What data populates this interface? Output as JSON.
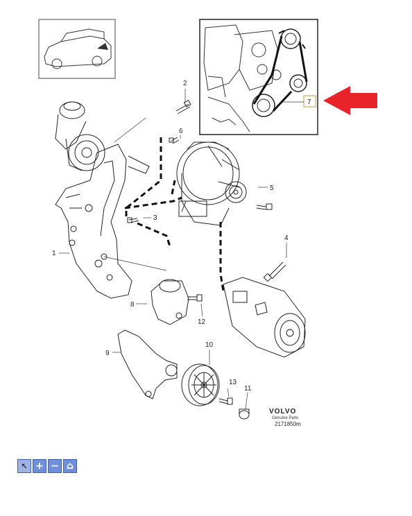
{
  "callouts": {
    "c1": "1",
    "c2": "2",
    "c3": "3",
    "c4": "4",
    "c5": "5",
    "c6": "6",
    "c7": "7",
    "c8": "8",
    "c9": "9",
    "c10": "10",
    "c11": "11",
    "c12": "12",
    "c13": "13"
  },
  "branding": {
    "brand": "VOLVO",
    "subtitle": "Genuine Parts",
    "ref": "2171850m"
  },
  "colors": {
    "highlight_arrow": "#e8232a",
    "toolbar_button": "#6f8fd8",
    "line": "#222222"
  },
  "toolbar": {
    "select_icon": "cursor-arrow-icon",
    "zoom_in_icon": "plus-icon",
    "zoom_out_icon": "minus-icon",
    "home_icon": "home-icon"
  }
}
